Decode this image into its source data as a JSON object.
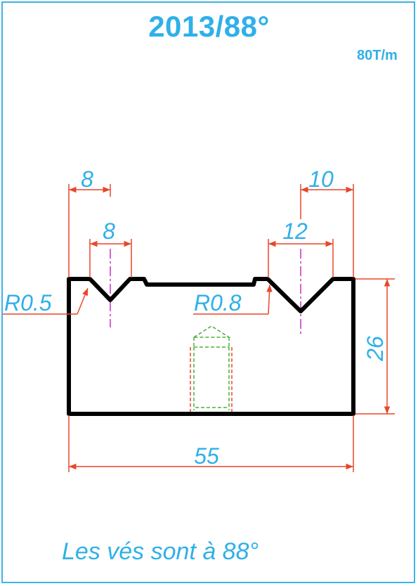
{
  "title": "2013/88°",
  "capacity": "80T/m",
  "note": "Les vés sont à 88°",
  "dimensions": {
    "left_top_width": "8",
    "left_v_width": "8",
    "right_top_width": "10",
    "right_v_width": "12",
    "left_radius": "R0.5",
    "right_radius": "R0.8",
    "height": "26",
    "total_width": "55"
  },
  "colors": {
    "frame": "#3cb4e6",
    "text": "#2fb0e8",
    "dimension_line": "#e8472a",
    "profile": "#000000",
    "centerline": "#c030c0",
    "hidden_line": "#4caf3a"
  }
}
